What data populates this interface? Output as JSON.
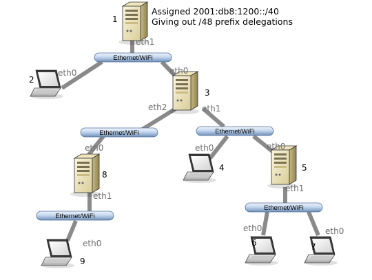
{
  "annotation": {
    "line1": "Assigned 2001:db8:1200::/40",
    "line2": "Giving out /48 prefix delegations"
  },
  "buses": {
    "b1": "Ethernet/WiFi",
    "b2": "Ethernet/WiFi",
    "b3": "Ethernet/WiFi",
    "b4": "Ethernet/WiFi",
    "b5": "Ethernet/WiFi"
  },
  "nodes": {
    "n1": "1",
    "n2": "2",
    "n3": "3",
    "n4": "4",
    "n5": "5",
    "n6": "6",
    "n7": "7",
    "n8": "8",
    "n9": "9"
  },
  "interfaces": {
    "r1_eth1": "eth1",
    "l2_eth0": "eth0",
    "r3_eth0": "eth0",
    "r3_eth2": "eth2",
    "r3_eth1": "eth1",
    "r8_eth0": "eth0",
    "r8_eth1": "eth1",
    "l4_eth0": "eth0",
    "r5_eth0": "eth0",
    "r5_eth1": "eth1",
    "l9_eth0": "eth0",
    "l6_eth0": "eth0",
    "l7_eth0": "eth0"
  },
  "colors": {
    "bus_light": "#d6e4f5",
    "bus_dark": "#6f8fb8",
    "link": "#8a8a8a",
    "server_light": "#f6efc9",
    "server_dark": "#b9ac74"
  }
}
